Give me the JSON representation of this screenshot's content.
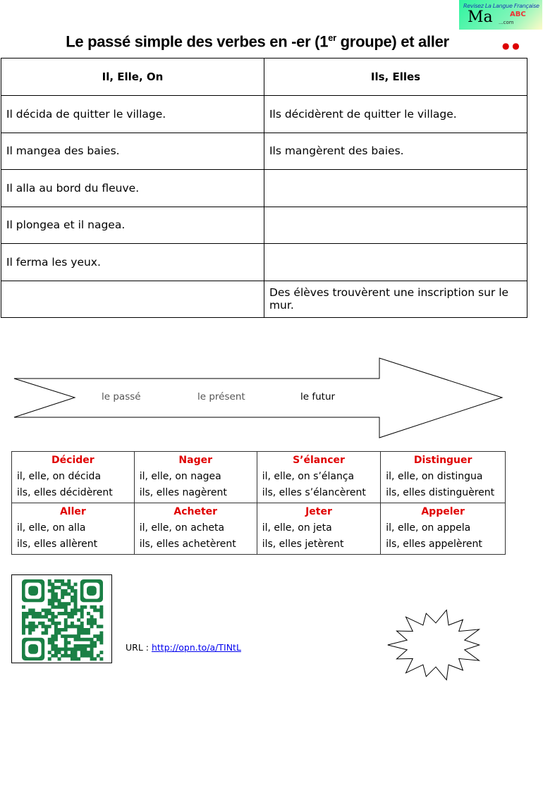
{
  "title": {
    "main": "Le passé simple des verbes en -er (1",
    "sup": "er",
    "rest": " groupe) et aller"
  },
  "logo": {
    "line1": "Revisez La Langue Française",
    "big": "Ma",
    "site": "...com",
    "abc": "ABC"
  },
  "table": {
    "headers": [
      "Il, Elle, On",
      "Ils, Elles"
    ],
    "rows": [
      [
        "Il décida de quitter le village.",
        "Ils décidèrent de quitter le village."
      ],
      [
        "Il mangea des baies.",
        "Ils mangèrent des baies."
      ],
      [
        "Il alla au bord du fleuve.",
        ""
      ],
      [
        "Il plongea et il nagea.",
        ""
      ],
      [
        "Il ferma les yeux.",
        ""
      ],
      [
        "",
        "Des élèves trouvèrent une inscription sur le mur."
      ]
    ]
  },
  "timeline": {
    "past": "le passé",
    "present": "le présent",
    "future": "le futur"
  },
  "verbs": [
    {
      "name": "Décider",
      "sg": "il, elle, on décida",
      "pl": "ils, elles décidèrent"
    },
    {
      "name": "Nager",
      "sg": "il, elle, on nagea",
      "pl": "ils, elles nagèrent"
    },
    {
      "name": "S’élancer",
      "sg": "il, elle, on s’élança",
      "pl": "ils, elles s’élancèrent"
    },
    {
      "name": "Distinguer",
      "sg": "il, elle, on distingua",
      "pl": "ils, elles distinguèrent"
    },
    {
      "name": "Aller",
      "sg": "il, elle, on alla",
      "pl": "ils, elles allèrent"
    },
    {
      "name": "Acheter",
      "sg": "il, elle, on acheta",
      "pl": "ils, elles achetèrent"
    },
    {
      "name": "Jeter",
      "sg": "il, elle, on jeta",
      "pl": "ils, elles jetèrent"
    },
    {
      "name": "Appeler",
      "sg": "il, elle, on appela",
      "pl": "ils, elles appelèrent"
    }
  ],
  "url": {
    "label": "URL : ",
    "link": "http://opn.to/a/TINtL"
  },
  "colors": {
    "verb_heading": "#e00000",
    "qr": "#1a8045",
    "link": "#0000ee"
  }
}
